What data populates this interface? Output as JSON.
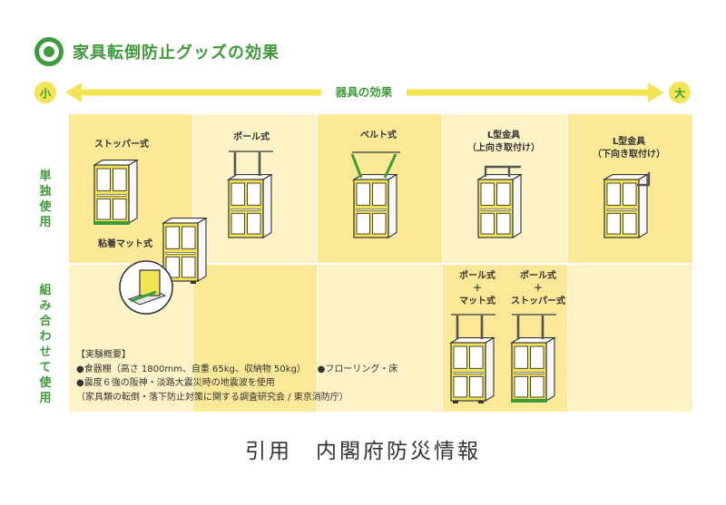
{
  "title": "家具転倒防止グッズの効果",
  "scale": {
    "low": "小",
    "high": "大",
    "label": "器具の効果"
  },
  "rows": {
    "single": "単独使用",
    "combo": "組み合わせて使用"
  },
  "items": {
    "stopper": "ストッパー式",
    "adhesive_mat": "粘着マット式",
    "pole": "ポール式",
    "belt": "ベルト式",
    "l_bracket_up": [
      "L型金具",
      "（上向き取付け）"
    ],
    "l_bracket_down": [
      "L型金具",
      "（下向き取付け）"
    ],
    "pole_mat": [
      "ポール式",
      "＋",
      "マット式"
    ],
    "pole_stopper": [
      "ポール式",
      "＋",
      "ストッパー式"
    ]
  },
  "notes": {
    "heading": "【実験概要】",
    "line1a": "●食器棚（高さ 1800mm、自重 65kg、収納物 50kg）",
    "line1b": "●フローリング・床",
    "line2": "●震度６強の阪神・淡路大震災時の地震波を使用",
    "line3": "（家具類の転倒・落下防止対策に関する調査研究会 / 東京消防庁）"
  },
  "caption": "引用　内閣府防災情報",
  "colors": {
    "green": "#3f9a3a",
    "yellow": "#f2e455",
    "cell_dark": "#fbe997",
    "cell_light": "#fdf3c6"
  }
}
